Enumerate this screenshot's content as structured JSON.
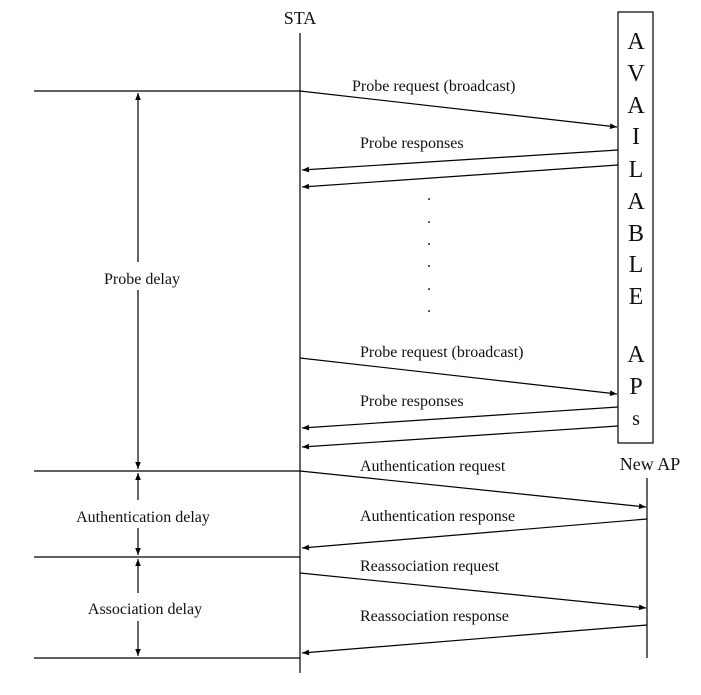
{
  "diagram": {
    "entities": {
      "sta": "STA",
      "available_aps_letters": [
        "A",
        "V",
        "A",
        "I",
        "L",
        "A",
        "B",
        "L",
        "E",
        "",
        "A",
        "P",
        "s"
      ],
      "new_ap": "New AP"
    },
    "messages": [
      {
        "label": "Probe request (broadcast)",
        "direction": "to-aps"
      },
      {
        "label": "Probe responses",
        "direction": "to-sta"
      },
      {
        "label": "",
        "direction": "to-sta"
      },
      {
        "label": "Probe request (broadcast)",
        "direction": "to-aps"
      },
      {
        "label": "Probe responses",
        "direction": "to-sta"
      },
      {
        "label": "",
        "direction": "to-sta"
      },
      {
        "label": "Authentication request",
        "direction": "to-new-ap"
      },
      {
        "label": "Authentication response",
        "direction": "to-sta"
      },
      {
        "label": "Reassociation request",
        "direction": "to-new-ap"
      },
      {
        "label": "Reassociation response",
        "direction": "to-sta"
      }
    ],
    "ellipsis": ".",
    "delays": [
      {
        "label": "Probe delay"
      },
      {
        "label": "Authentication delay"
      },
      {
        "label": "Association delay"
      }
    ]
  }
}
